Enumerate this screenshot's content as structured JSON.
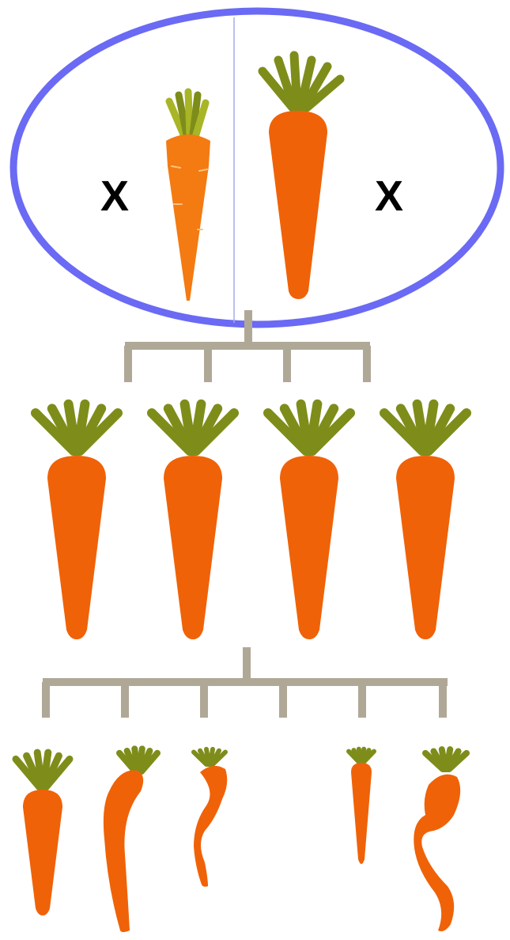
{
  "parents": {
    "cross_symbols": [
      "X",
      "X"
    ],
    "carrots": [
      {
        "name": "parent-carrot-wild",
        "shape": "slender"
      },
      {
        "name": "parent-carrot-cultivated",
        "shape": "straight"
      }
    ]
  },
  "f1": {
    "carrots": [
      {
        "name": "f1-carrot-1",
        "shape": "straight"
      },
      {
        "name": "f1-carrot-2",
        "shape": "straight"
      },
      {
        "name": "f1-carrot-3",
        "shape": "straight"
      },
      {
        "name": "f1-carrot-4",
        "shape": "straight"
      }
    ]
  },
  "f2": {
    "carrots": [
      {
        "name": "f2-carrot-1",
        "shape": "straight"
      },
      {
        "name": "f2-carrot-2",
        "shape": "curved"
      },
      {
        "name": "f2-carrot-3",
        "shape": "twisted-thin"
      },
      {
        "name": "f2-slot-4",
        "shape": "none"
      },
      {
        "name": "f2-carrot-5",
        "shape": "thin-straight"
      },
      {
        "name": "f2-carrot-6",
        "shape": "twisted"
      }
    ]
  },
  "colors": {
    "ellipse": "#6a6af4",
    "divider": "#a8a8f0",
    "carrot": "#f06208",
    "carrot_light": "#f47a12",
    "leaves": "#7e8d1a",
    "leaves_light": "#a7b526",
    "tree": "#b0a897"
  }
}
